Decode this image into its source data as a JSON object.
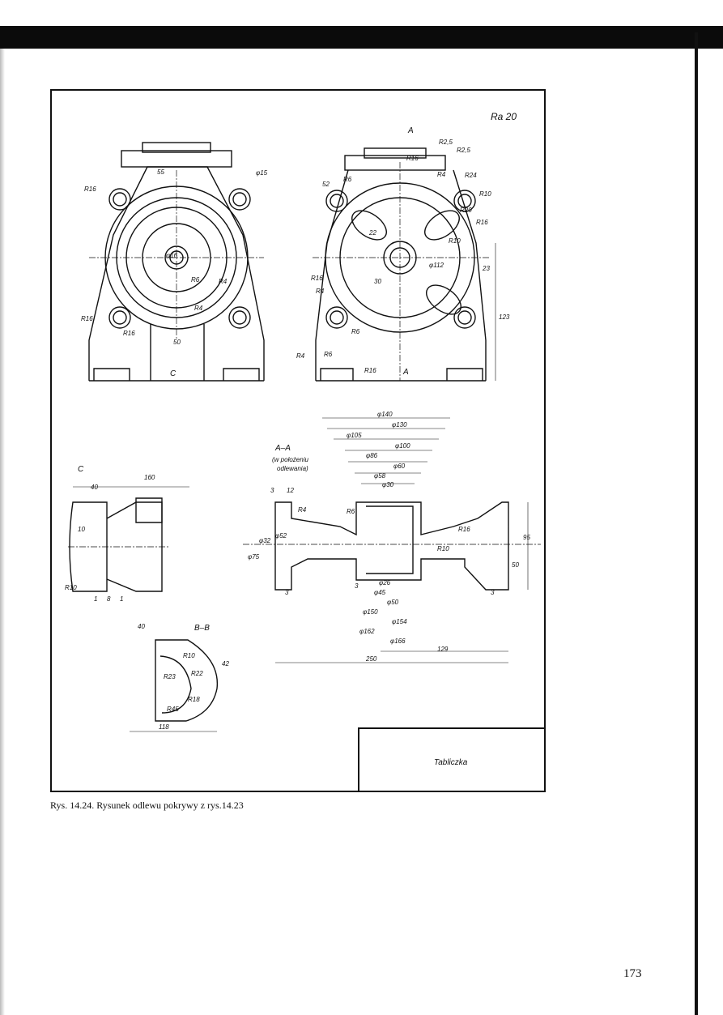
{
  "surface_symbol": "Ra 20",
  "view_labels": {
    "section_aa": "A–A",
    "section_aa_note_1": "(w położeniu",
    "section_aa_note_2": "odlewania)",
    "view_c": "C",
    "section_bb": "B–B",
    "cut_a_top": "A",
    "cut_a_bottom": "A",
    "cut_c": "C"
  },
  "dims_front": [
    "R16",
    "R16",
    "R16",
    "55",
    "50",
    "φ15",
    "R4",
    "R4",
    "R6",
    "φ16"
  ],
  "dims_rear": [
    "R2,5",
    "R2,5",
    "R16",
    "R4",
    "R24",
    "R10",
    "R16",
    "R20",
    "R10",
    "R6",
    "R16",
    "R4",
    "R6",
    "R6",
    "R4",
    "R16",
    "φ112",
    "23",
    "123",
    "52",
    "22",
    "30"
  ],
  "dims_section": [
    "φ140",
    "φ130",
    "φ105",
    "φ100",
    "φ86",
    "φ60",
    "φ58",
    "φ30",
    "φ26",
    "φ45",
    "φ50",
    "φ150",
    "φ154",
    "φ162",
    "φ166",
    "129",
    "250",
    "95",
    "50",
    "12",
    "3",
    "3",
    "3",
    "3",
    "R4",
    "R6",
    "R10",
    "R16",
    "φ32",
    "φ75",
    "φ52"
  ],
  "dims_view_c": [
    "160",
    "40",
    "10",
    "R10",
    "1",
    "8",
    "1"
  ],
  "dims_section_bb": [
    "40",
    "42",
    "R10",
    "R23",
    "R22",
    "R18",
    "R45",
    "118"
  ],
  "title_block": "Tabliczka",
  "caption": "Rys. 14.24. Rysunek odlewu pokrywy z rys.14.23",
  "page_number": "173"
}
